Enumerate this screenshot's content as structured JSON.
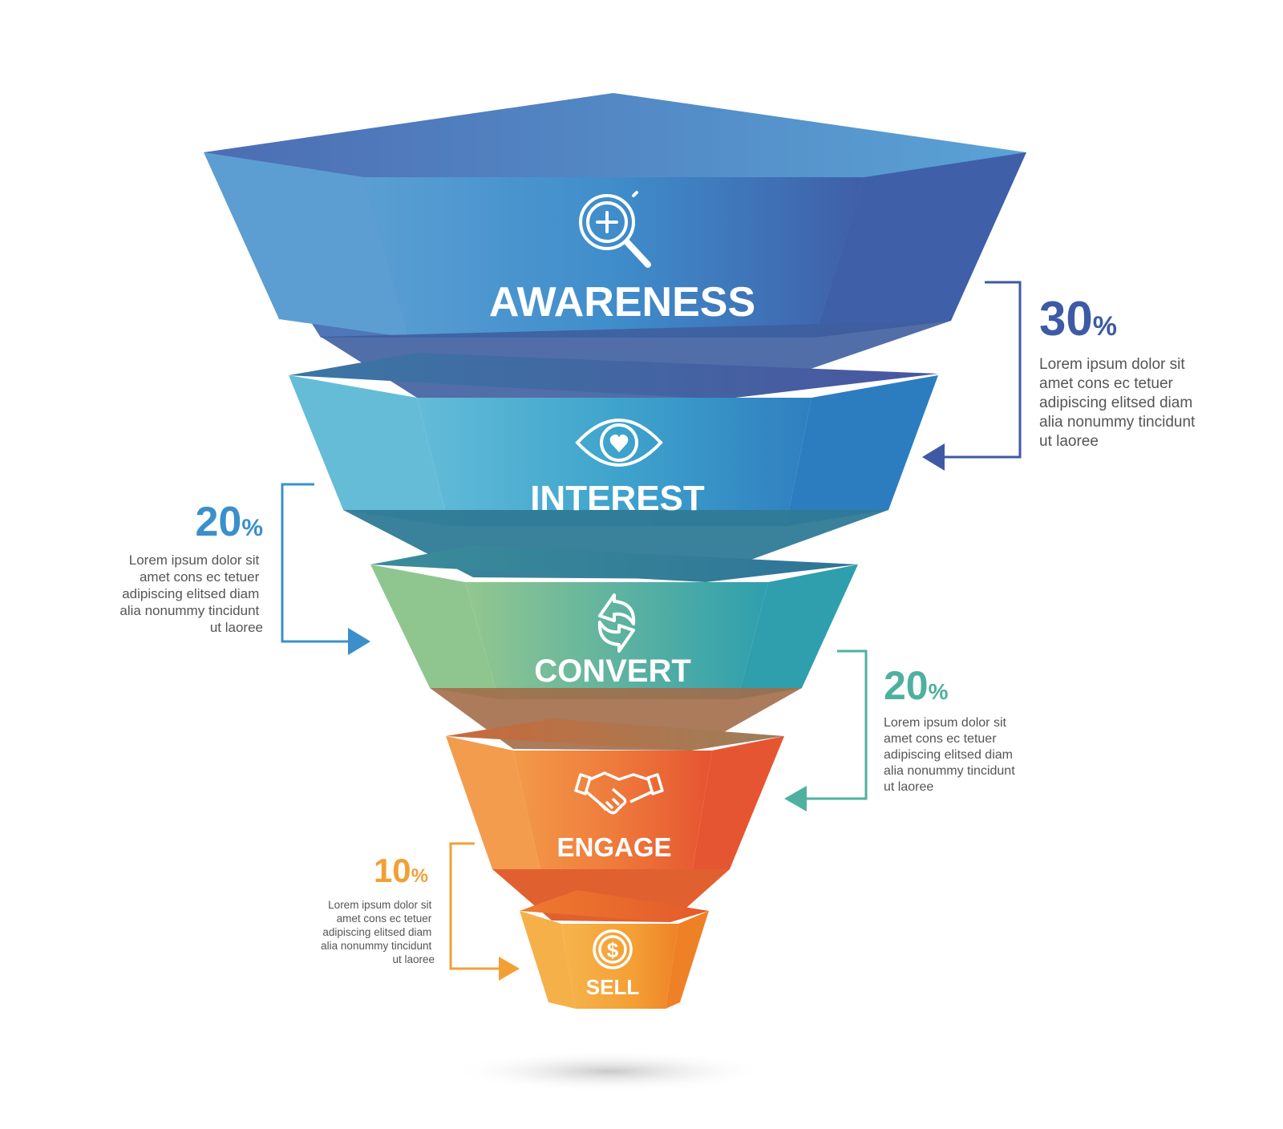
{
  "stages": [
    {
      "label": "AWARENESS",
      "icon": "magnifier-plus-icon",
      "color": "#3f8fce"
    },
    {
      "label": "INTEREST",
      "icon": "eye-heart-icon",
      "color": "#4ab0d3"
    },
    {
      "label": "CONVERT",
      "icon": "refresh-arrows-icon",
      "color": "#5db8a0"
    },
    {
      "label": "ENGAGE",
      "icon": "handshake-icon",
      "color": "#ef7a3a"
    },
    {
      "label": "SELL",
      "icon": "dollar-coin-icon",
      "color": "#f5a33a"
    }
  ],
  "callouts": [
    {
      "value": "30",
      "unit": "%",
      "color": "#3e5aa5",
      "lines": [
        "Lorem ipsum dolor sit",
        "amet cons ec tetuer",
        "adipiscing elitsed diam",
        "alia nonummy tincidunt",
        "ut laoree"
      ]
    },
    {
      "value": "20",
      "unit": "%",
      "color": "#3b8fcb",
      "lines": [
        "Lorem ipsum dolor sit",
        "amet cons ec tetuer",
        "adipiscing elitsed diam",
        "alia nonummy tincidunt",
        "ut laoree"
      ]
    },
    {
      "value": "20",
      "unit": "%",
      "color": "#4fb09f",
      "lines": [
        "Lorem ipsum dolor sit",
        "amet cons ec tetuer",
        "adipiscing elitsed diam",
        "alia nonummy tincidunt",
        "ut laoree"
      ]
    },
    {
      "value": "10",
      "unit": "%",
      "color": "#f2a036",
      "lines": [
        "Lorem ipsum dolor sit",
        "amet cons ec tetuer",
        "adipiscing elitsed diam",
        "alia nonummy tincidunt",
        "ut laoree"
      ]
    }
  ]
}
